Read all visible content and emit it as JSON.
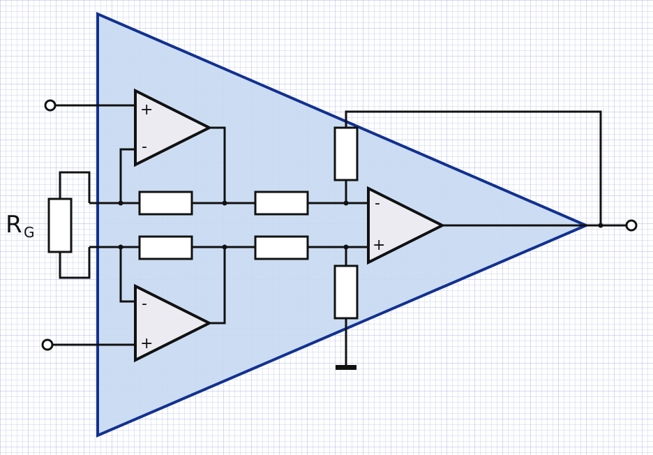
{
  "diagram": {
    "rg_label": "R",
    "rg_subscript": "G",
    "opamps": [
      {
        "id": "input-amp-top",
        "top_sign": "+",
        "bottom_sign": "-"
      },
      {
        "id": "input-amp-bottom",
        "top_sign": "-",
        "bottom_sign": "+"
      },
      {
        "id": "output-amp",
        "top_sign": "-",
        "bottom_sign": "+"
      }
    ]
  },
  "colors": {
    "grid_line": "#c9cfee",
    "grid_line_major": "#aeb6e4",
    "amplifier_fill": "#c6d9f2",
    "amplifier_stroke": "#12318f",
    "wire": "#111111",
    "opamp_fill": "#ecebf1"
  }
}
